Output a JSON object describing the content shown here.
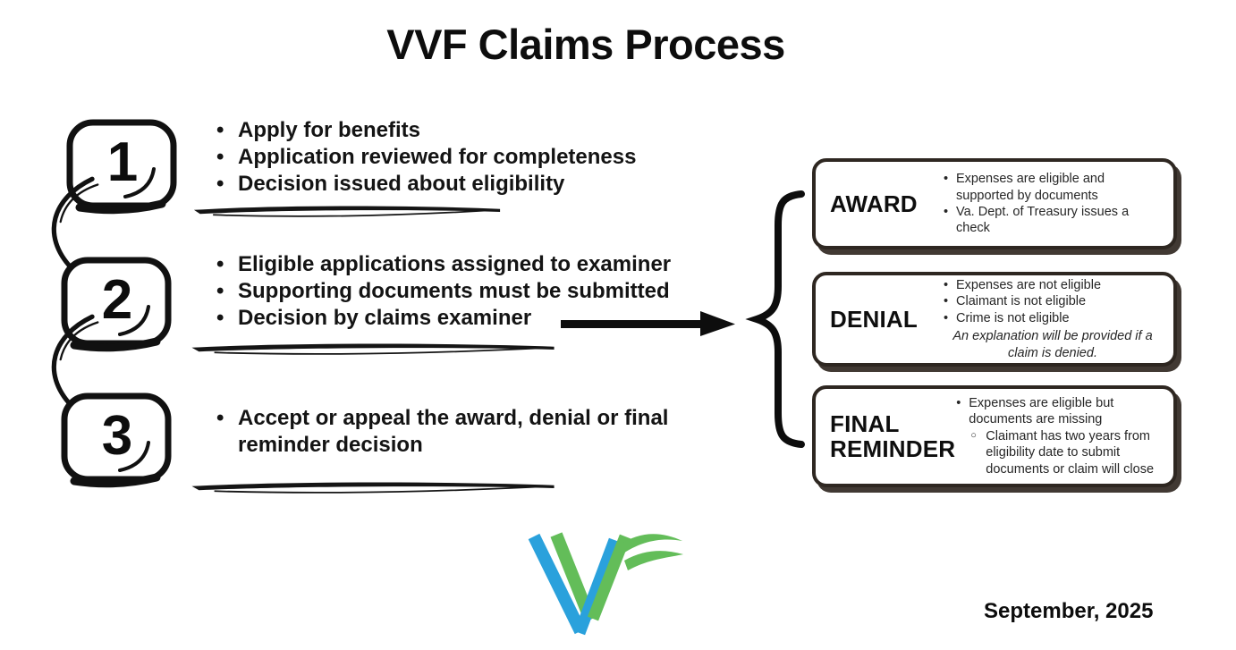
{
  "title": "VVF Claims Process",
  "steps": [
    {
      "number": "1",
      "bullets": [
        "Apply for benefits",
        "Application reviewed for completeness",
        "Decision issued about eligibility"
      ]
    },
    {
      "number": "2",
      "bullets": [
        "Eligible applications assigned to examiner",
        "Supporting documents must be submitted",
        "Decision by claims examiner"
      ]
    },
    {
      "number": "3",
      "bullets": [
        "Accept or appeal the award, denial or final reminder decision"
      ]
    }
  ],
  "outcomes": [
    {
      "label": "AWARD",
      "bullets": [
        "Expenses are eligible and supported by documents",
        "Va. Dept. of Treasury issues a check"
      ]
    },
    {
      "label": "DENIAL",
      "bullets": [
        "Expenses are not eligible",
        "Claimant is not eligible",
        "Crime is not eligible"
      ],
      "note": "An explanation will be provided if a claim is denied."
    },
    {
      "label": "FINAL REMINDER",
      "bullets": [
        "Expenses are eligible but documents are missing"
      ],
      "sub_bullets": [
        "Claimant has two years from eligibility date to submit documents or claim will close"
      ]
    }
  ],
  "footer": {
    "date": "September, 2025"
  },
  "icons": {
    "step_connector": "curved-arrow-icon",
    "decision_flow": "right-arrow-icon",
    "outcome_grouping": "curly-brace-icon",
    "logo": "vvf-logo"
  },
  "colors": {
    "ink": "#111111",
    "box_border": "#2E2721",
    "logo_blue": "#2AA1DC",
    "logo_green": "#63BD59"
  }
}
